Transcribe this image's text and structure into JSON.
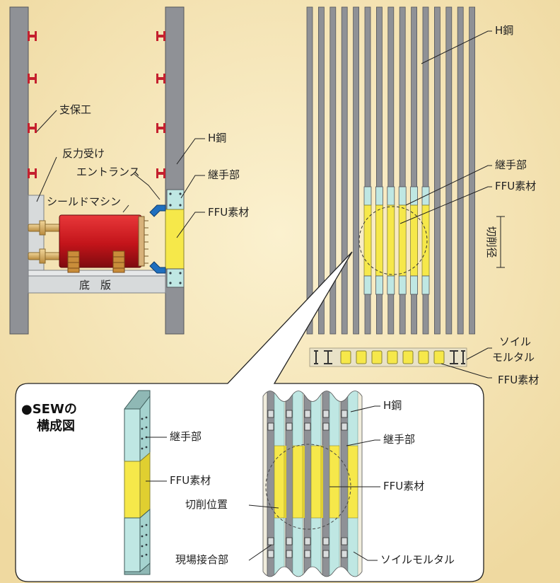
{
  "colors": {
    "background": "#f6e7b6",
    "steel_fill": "#8f9196",
    "steel_edge": "#54565b",
    "joint": "#bfe7e3",
    "ffu": "#f6e84a",
    "support_red": "#c4202e",
    "shield_red": "#c3141a",
    "base_gray": "#d7dadb",
    "blue": "#1f6fbf",
    "detail_bg": "#ffffff"
  },
  "icons": [
    "h-beam-support-icon",
    "bullet-dot"
  ],
  "labels": {
    "support": "支保工",
    "reaction": "反力受け",
    "entrance": "エントランス",
    "shield_machine": "シールドマシン",
    "h_steel_left": "H鋼",
    "joint_left": "継手部",
    "ffu_left": "FFU素材",
    "base": "底　版",
    "h_steel_right": "H鋼",
    "joint_right": "継手部",
    "ffu_right": "FFU素材",
    "cut_diameter": "切削径",
    "soil_mortar_1": "ソイル",
    "soil_mortar_2": "モルタル",
    "ffu_plan": "FFU素材"
  },
  "detail": {
    "title_1": "●SEWの",
    "title_2": "構成図",
    "joint_a": "継手部",
    "ffu_a": "FFU素材",
    "h_steel": "H鋼",
    "joint_b": "継手部",
    "ffu_b": "FFU素材",
    "cut_position": "切削位置",
    "field_joint": "現場接合部",
    "soil_mortar": "ソイルモルタル"
  }
}
